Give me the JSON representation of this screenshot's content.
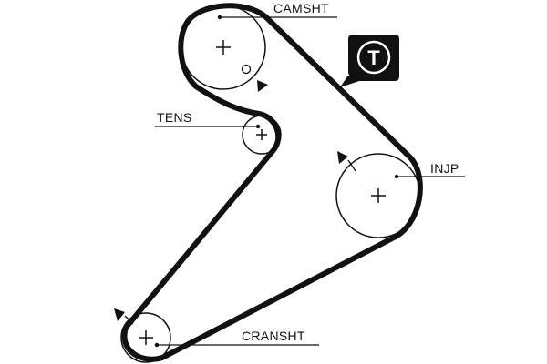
{
  "diagram": {
    "labels": {
      "camshaft": "CAMSHT",
      "tensioner": "TENS",
      "injection_pump": "INJP",
      "crankshaft": "CRANSHT"
    },
    "badge": {
      "letter": "T",
      "icon": "timing-belt-badge-icon"
    },
    "pulleys": [
      "camshaft",
      "tensioner",
      "injection_pump",
      "crankshaft"
    ],
    "colors": {
      "belt": "#111111",
      "badge_fill": "#111111",
      "badge_text": "#ffffff"
    }
  }
}
